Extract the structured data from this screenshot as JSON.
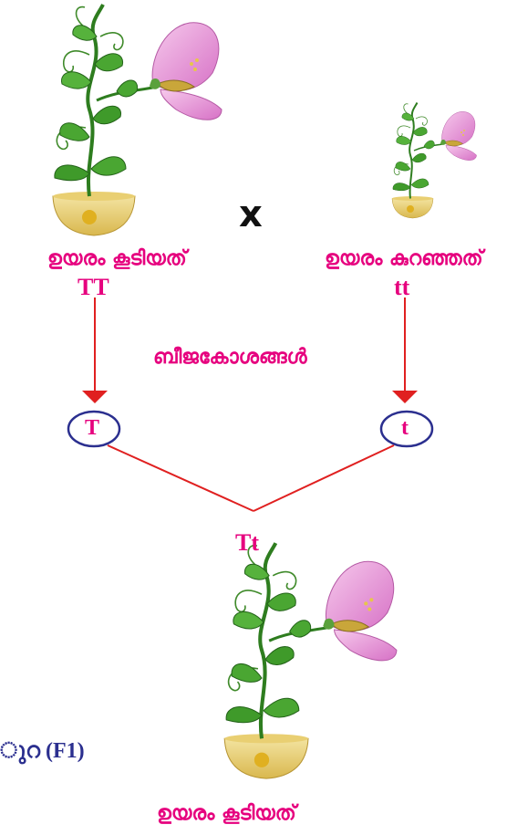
{
  "parents": {
    "tall": {
      "label": "ഉയരം കൂടിയത്",
      "genotype": "TT"
    },
    "short": {
      "label": "ഉയരം കുറഞ്ഞത്",
      "genotype": "tt"
    }
  },
  "cross_symbol": "x",
  "gametes": {
    "title": "ബീജകോശങ്ങൾ",
    "left": "T",
    "right": "t"
  },
  "offspring": {
    "genotype": "Tt",
    "label": "ഉയരം കൂടിയത്",
    "generation_fragment": "ുറ (F1)"
  },
  "colors": {
    "label": "#e6007e",
    "arrow": "#e02020",
    "circle": "#2b2f8f",
    "generation": "#2b2f8f"
  },
  "icons": [
    "pea-plant-tall-icon",
    "pea-plant-short-icon",
    "pea-plant-offspring-icon"
  ]
}
